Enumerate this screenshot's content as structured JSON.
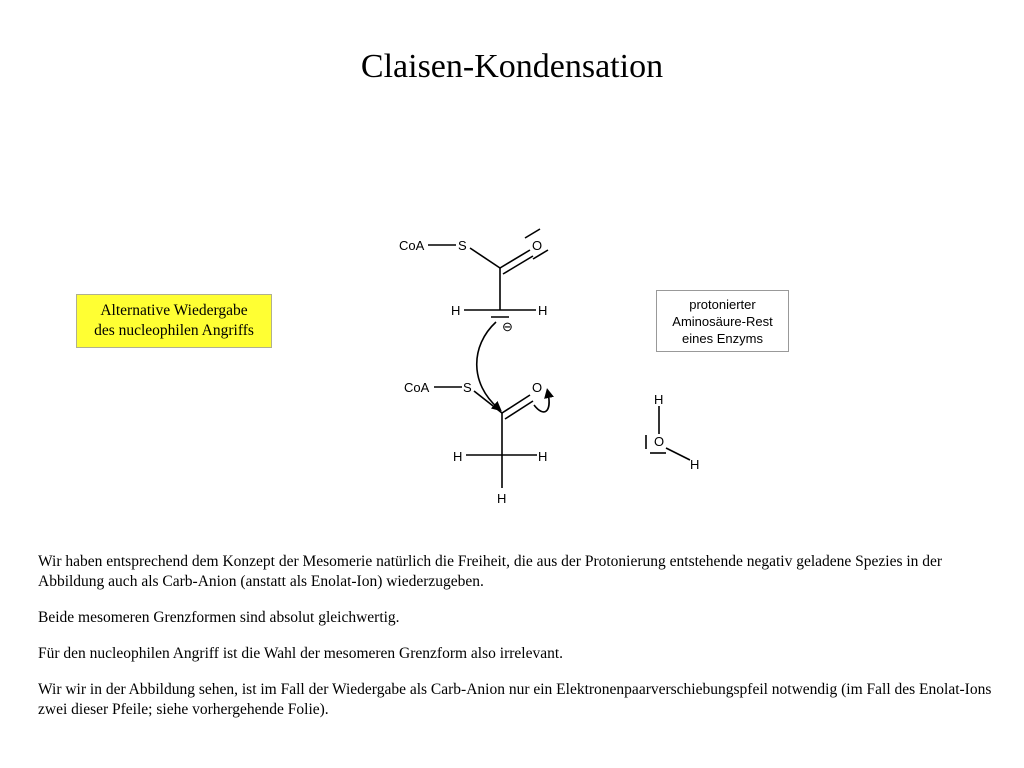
{
  "title": "Claisen-Kondensation",
  "alt_box": {
    "line1": "Alternative Wiedergabe",
    "line2": "des nucleophilen Angriffs",
    "color": "#ffff33"
  },
  "enzyme_box": {
    "line1": "protonierter",
    "line2": "Aminosäure-Rest",
    "line3": "eines Enzyms"
  },
  "molecule": {
    "coa": "CoA",
    "s": "S",
    "o": "O",
    "h": "H",
    "minus": "⊖"
  },
  "water": {
    "o": "O",
    "h": "H"
  },
  "paragraphs": [
    "Wir haben entsprechend dem Konzept der Mesomerie natürlich die Freiheit, die aus der Protonierung entstehende negativ geladene Spezies in der Abbildung auch als Carb-Anion (anstatt als Enolat-Ion) wiederzugeben.",
    "Beide mesomeren Grenzformen sind absolut gleichwertig.",
    "Für den nucleophilen Angriff ist die Wahl der mesomeren Grenzform also irrelevant.",
    "Wir wir in der Abbildung sehen, ist im Fall der Wiedergabe als Carb-Anion nur ein Elektronenpaarverschiebungspfeil notwendig (im Fall des Enolat-Ions zwei dieser Pfeile; siehe vorhergehende Folie)."
  ]
}
